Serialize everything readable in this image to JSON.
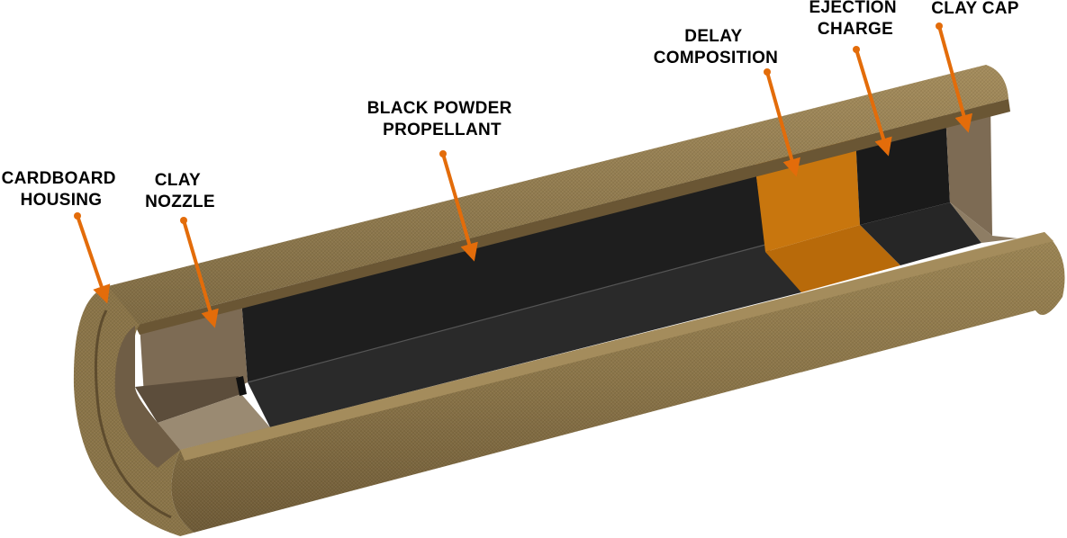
{
  "labels": {
    "cardboard_housing": [
      "CARDBOARD",
      "HOUSING"
    ],
    "clay_nozzle": [
      "CLAY",
      "NOZZLE"
    ],
    "black_powder": [
      "BLACK POWDER",
      "PROPELLANT"
    ],
    "delay_composition": [
      "DELAY",
      "COMPOSITION"
    ],
    "ejection_charge": [
      "EJECTION",
      "CHARGE"
    ],
    "clay_cap": [
      "CLAY CAP"
    ]
  },
  "colors": {
    "cardboard": "#8a7448",
    "cardboard_dark": "#6a5634",
    "cardboard_light": "#a48c5c",
    "clay": "#7d6b54",
    "clay_light": "#9a8a72",
    "powder": "#1c1c1c",
    "powder_floor": "#262626",
    "delay": "#c8760e",
    "arrow": "#e36c0a"
  }
}
